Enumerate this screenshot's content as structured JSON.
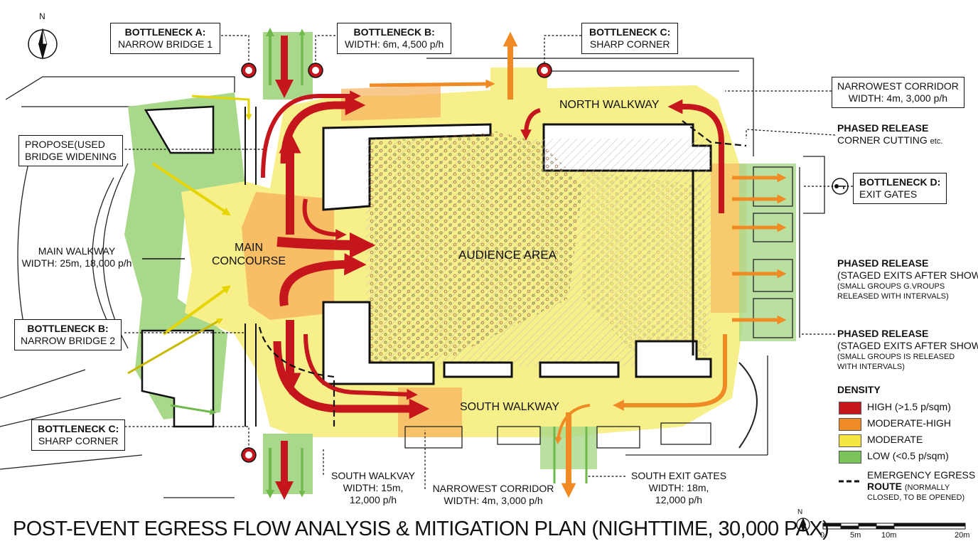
{
  "title": "POST-EVENT EGRESS FLOW ANALYSIS & MITIGATION PLAN (NIGHTTIME, 30,000 PAX)",
  "north_label": "N",
  "areas": {
    "audience": "AUDIENCE AREA",
    "main_concourse": [
      "MAIN",
      "CONCOURSE"
    ],
    "north_walkway": "NORTH WALKWAY",
    "south_walkway": "SOUTH WALKWAY"
  },
  "callouts": {
    "bottleneck_a": {
      "title": "BOTTLENECK A:",
      "text": "NARROW BRIDGE 1"
    },
    "bottleneck_b_top": {
      "title": "BOTTLENECK B:",
      "text": "WIDTH: 6m, 4,500 p/h"
    },
    "bottleneck_c_top": {
      "title": "BOTTLENECK C:",
      "text": "SHARP CORNER"
    },
    "narrowest_corridor_top": [
      "NARROWEST CORRIDOR",
      "WIDTH: 4m, 3,000 p/h"
    ],
    "phased_release_1": {
      "title": "PHASED RELEASE",
      "text": "CORNER CUTTING",
      "suffix": "etc."
    },
    "bottleneck_d": {
      "title": "BOTTLENECK D:",
      "text": "EXIT GATES"
    },
    "phased_release_2": {
      "title": "PHASED RELEASE",
      "text": "(STAGED EXITS AFTER SHOW)",
      "note": [
        "(SMALL GROUPS G.VROUPS",
        "RELEASED WITH INTERVALS)"
      ]
    },
    "phased_release_3": {
      "title": "PHASED RELEASE",
      "text": "(STAGED EXITS AFTER SHOW)",
      "note": [
        "(SMALL GROUPS IS RELEASED",
        "WITH INTERVALS)"
      ]
    },
    "proposed_bridge": [
      "PROPOSE(USED",
      "BRIDGE WIDENING"
    ],
    "main_walkway": [
      "MAIN WALKWAY",
      "WIDTH: 25m, 18,000 p/h"
    ],
    "bottleneck_b_left": {
      "title": "BOTTLENECK B:",
      "text": "NARROW BRIDGE 2"
    },
    "bottleneck_c_left": {
      "title": "BOTTLENECK C:",
      "text": "SHARP CORNER"
    },
    "south_walkway_width": [
      "SOUTH WALKVAY",
      "WIDTH: 15m,",
      "12,000 p/h"
    ],
    "narrowest_corridor_bottom": [
      "NARROWEST CORRIDOR",
      "WIDTH: 4m, 3,000 p/h"
    ],
    "south_exit_gates": [
      "SOUTH EXIT GATES",
      "WIDTH: 18m,",
      "12,000 p/h"
    ]
  },
  "legend": {
    "title": "DENSITY",
    "items": [
      {
        "label": "HIGH (>1.5 p/sqm)",
        "color": "#c4161c"
      },
      {
        "label": "MODERATE-HIGH",
        "color": "#f08a24"
      },
      {
        "label": "MODERATE",
        "color": "#f5e642"
      },
      {
        "label": "LOW (<0.5 p/sqm)",
        "color": "#7cc35a"
      }
    ],
    "emergency": {
      "title": "EMERGENCY EGRESS",
      "bold": "ROUTE",
      "rest": "(NORMALLY",
      "line2": "CLOSED, TO BE OPENED)"
    }
  },
  "scale": {
    "labels": [
      "0",
      "5m",
      "10m",
      "20m"
    ]
  },
  "colors": {
    "high": "#c4161c",
    "moderate_high": "#f08a24",
    "moderate": "#f5e642",
    "low": "#7cc35a",
    "zone_yellow": "#f7ef8a",
    "zone_orange": "#f6b15c",
    "zone_green": "#a8d88a",
    "line": "#111111"
  }
}
